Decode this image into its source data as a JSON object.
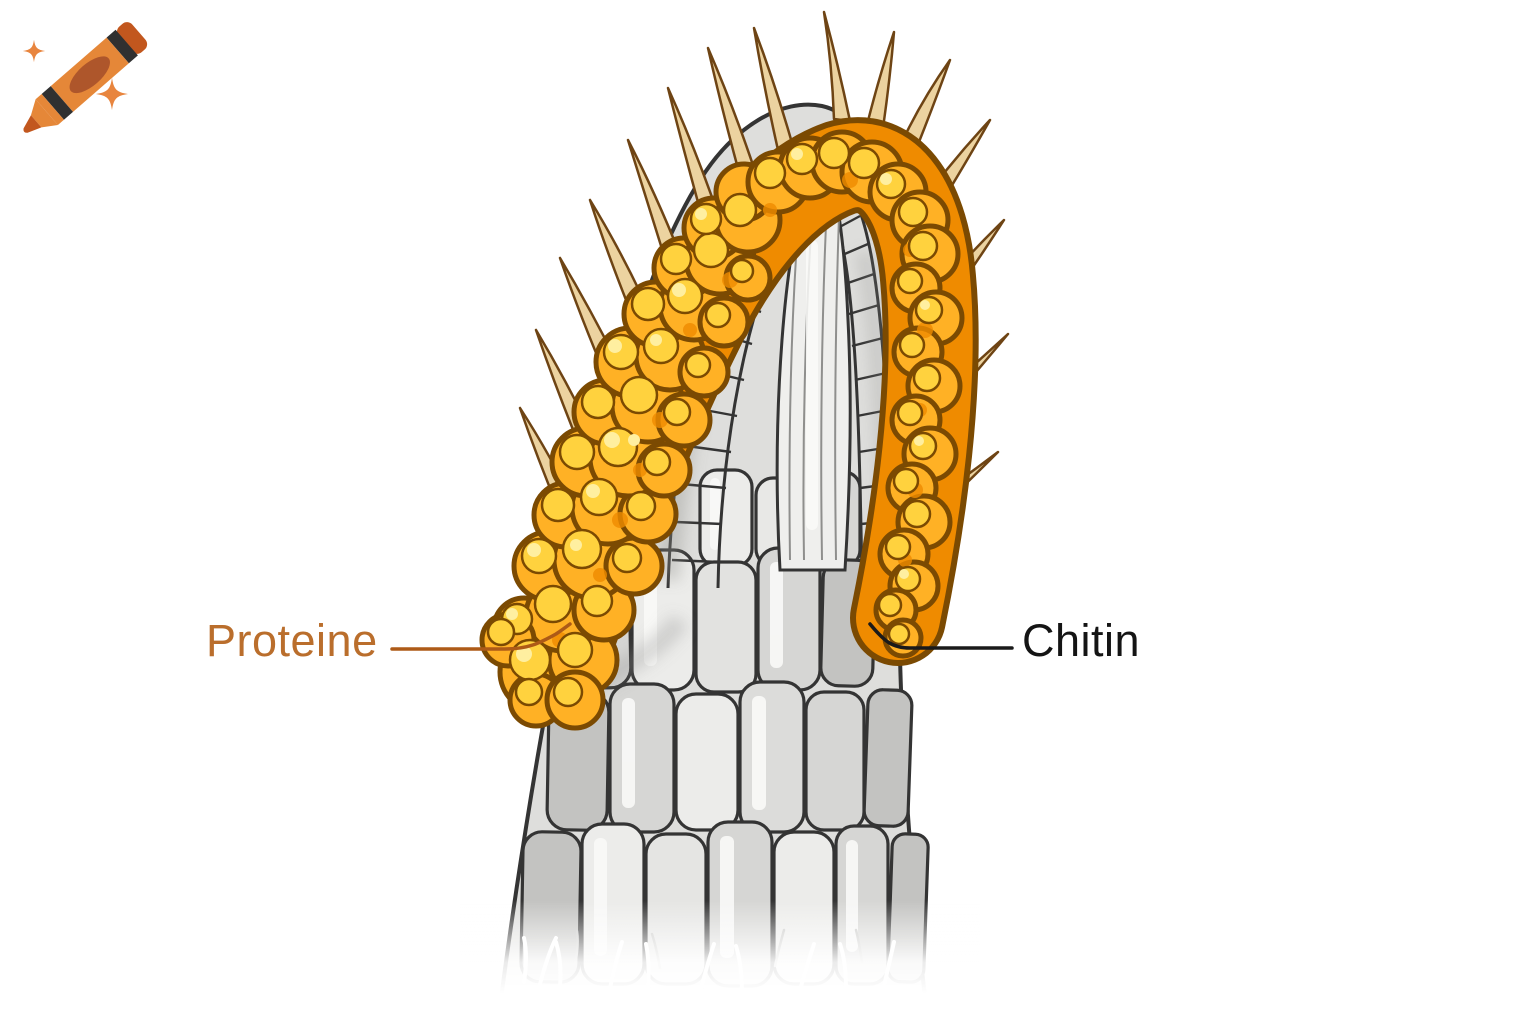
{
  "diagram": {
    "callouts": {
      "protein": {
        "label": "Proteine",
        "side": "left"
      },
      "chitin": {
        "label": "Chitin",
        "side": "right"
      }
    }
  },
  "watermark": {
    "icon": "crayon-with-sparkles"
  },
  "colors": {
    "background": "#ffffff",
    "protein_label": "#ba6e2c",
    "chitin_label": "#141414",
    "pointer_protein": "#ad5a17",
    "pointer_chitin": "#1a1a1a",
    "protein_main": "#ffb125",
    "protein_light": "#ffd23e",
    "protein_glint": "#ffefa0",
    "protein_deep": "#ef8b00",
    "protein_outline": "#7b4a02",
    "spine_fill": "#ecd3a0",
    "spine_outline": "#6e4414",
    "chitin_fill": "#dededc",
    "chitin_cell_light": "#ececea",
    "chitin_cell_mid": "#d6d6d4",
    "chitin_cell_dark": "#c3c3c1",
    "chitin_highlight": "#fafaf8",
    "chitin_outline": "#343434",
    "chitin_line": "#8f8f8d",
    "logo_orange": "#e58738",
    "logo_deep": "#c2571e",
    "logo_band": "#303030",
    "logo_oval": "#ae562b",
    "sparkle": "#e8853e"
  }
}
